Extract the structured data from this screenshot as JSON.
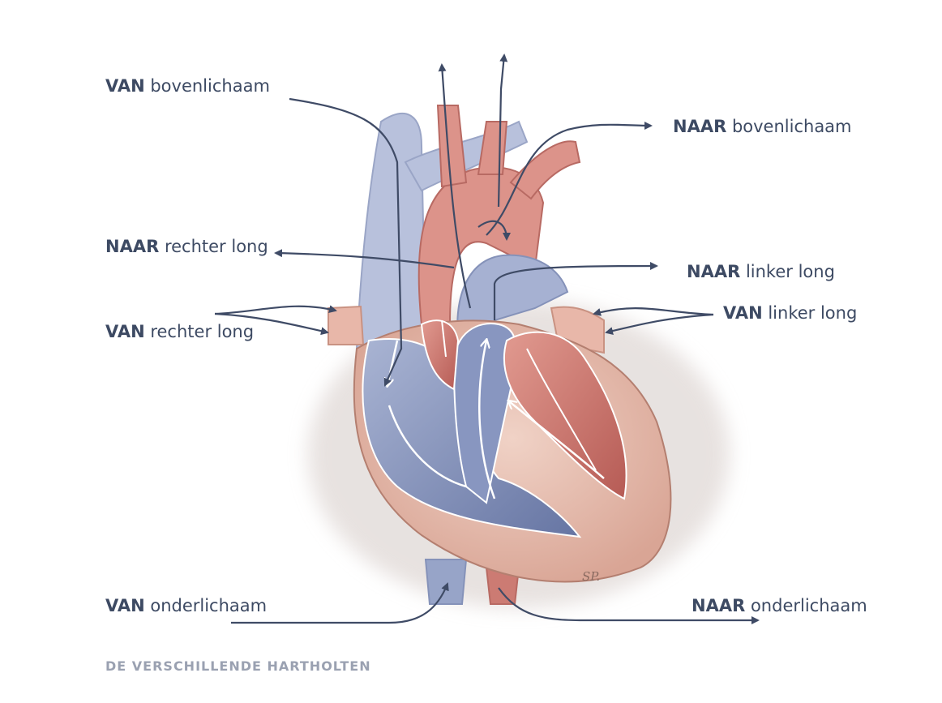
{
  "labels": {
    "van_bovenlichaam": {
      "prefix": "VAN",
      "text": "bovenlichaam"
    },
    "naar_bovenlichaam": {
      "prefix": "NAAR",
      "text": "bovenlichaam"
    },
    "naar_rechter_long": {
      "prefix": "NAAR",
      "text": "rechter long"
    },
    "naar_linker_long": {
      "prefix": "NAAR",
      "text": "linker long"
    },
    "van_rechter_long": {
      "prefix": "VAN",
      "text": "rechter long"
    },
    "van_linker_long": {
      "prefix": "VAN",
      "text": "linker long"
    },
    "van_onderlichaam": {
      "prefix": "VAN",
      "text": "onderlichaam"
    },
    "naar_onderlichaam": {
      "prefix": "NAAR",
      "text": "onderlichaam"
    }
  },
  "signature": "SP.",
  "caption": "DE VERSCHILLENDE HARTHOLTEN",
  "colors": {
    "text": "#3d4a63",
    "arrow": "#3f4b66",
    "deoxygenated": "#7f8db6",
    "oxygenated": "#c9706a",
    "muscle": "#e7bfb0",
    "caption": "#9aa1b1"
  }
}
